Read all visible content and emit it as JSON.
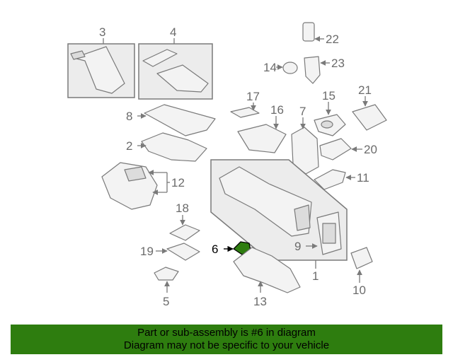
{
  "diagram": {
    "callouts": {
      "c1": "1",
      "c2": "2",
      "c3": "3",
      "c4": "4",
      "c5": "5",
      "c6": "6",
      "c7": "7",
      "c8": "8",
      "c9": "9",
      "c10": "10",
      "c11": "11",
      "c12": "12",
      "c13": "13",
      "c14": "14",
      "c15": "15",
      "c16": "16",
      "c17": "17",
      "c18": "18",
      "c19": "19",
      "c20": "20",
      "c21": "21",
      "c22": "22",
      "c23": "23"
    },
    "highlight_color": "#2e7d0f",
    "highlighted_part": "6"
  },
  "banner": {
    "line1": "Part or sub-assembly is #6 in diagram",
    "line2": "Diagram may not be specific to your vehicle",
    "background": "#2e7d0f"
  }
}
